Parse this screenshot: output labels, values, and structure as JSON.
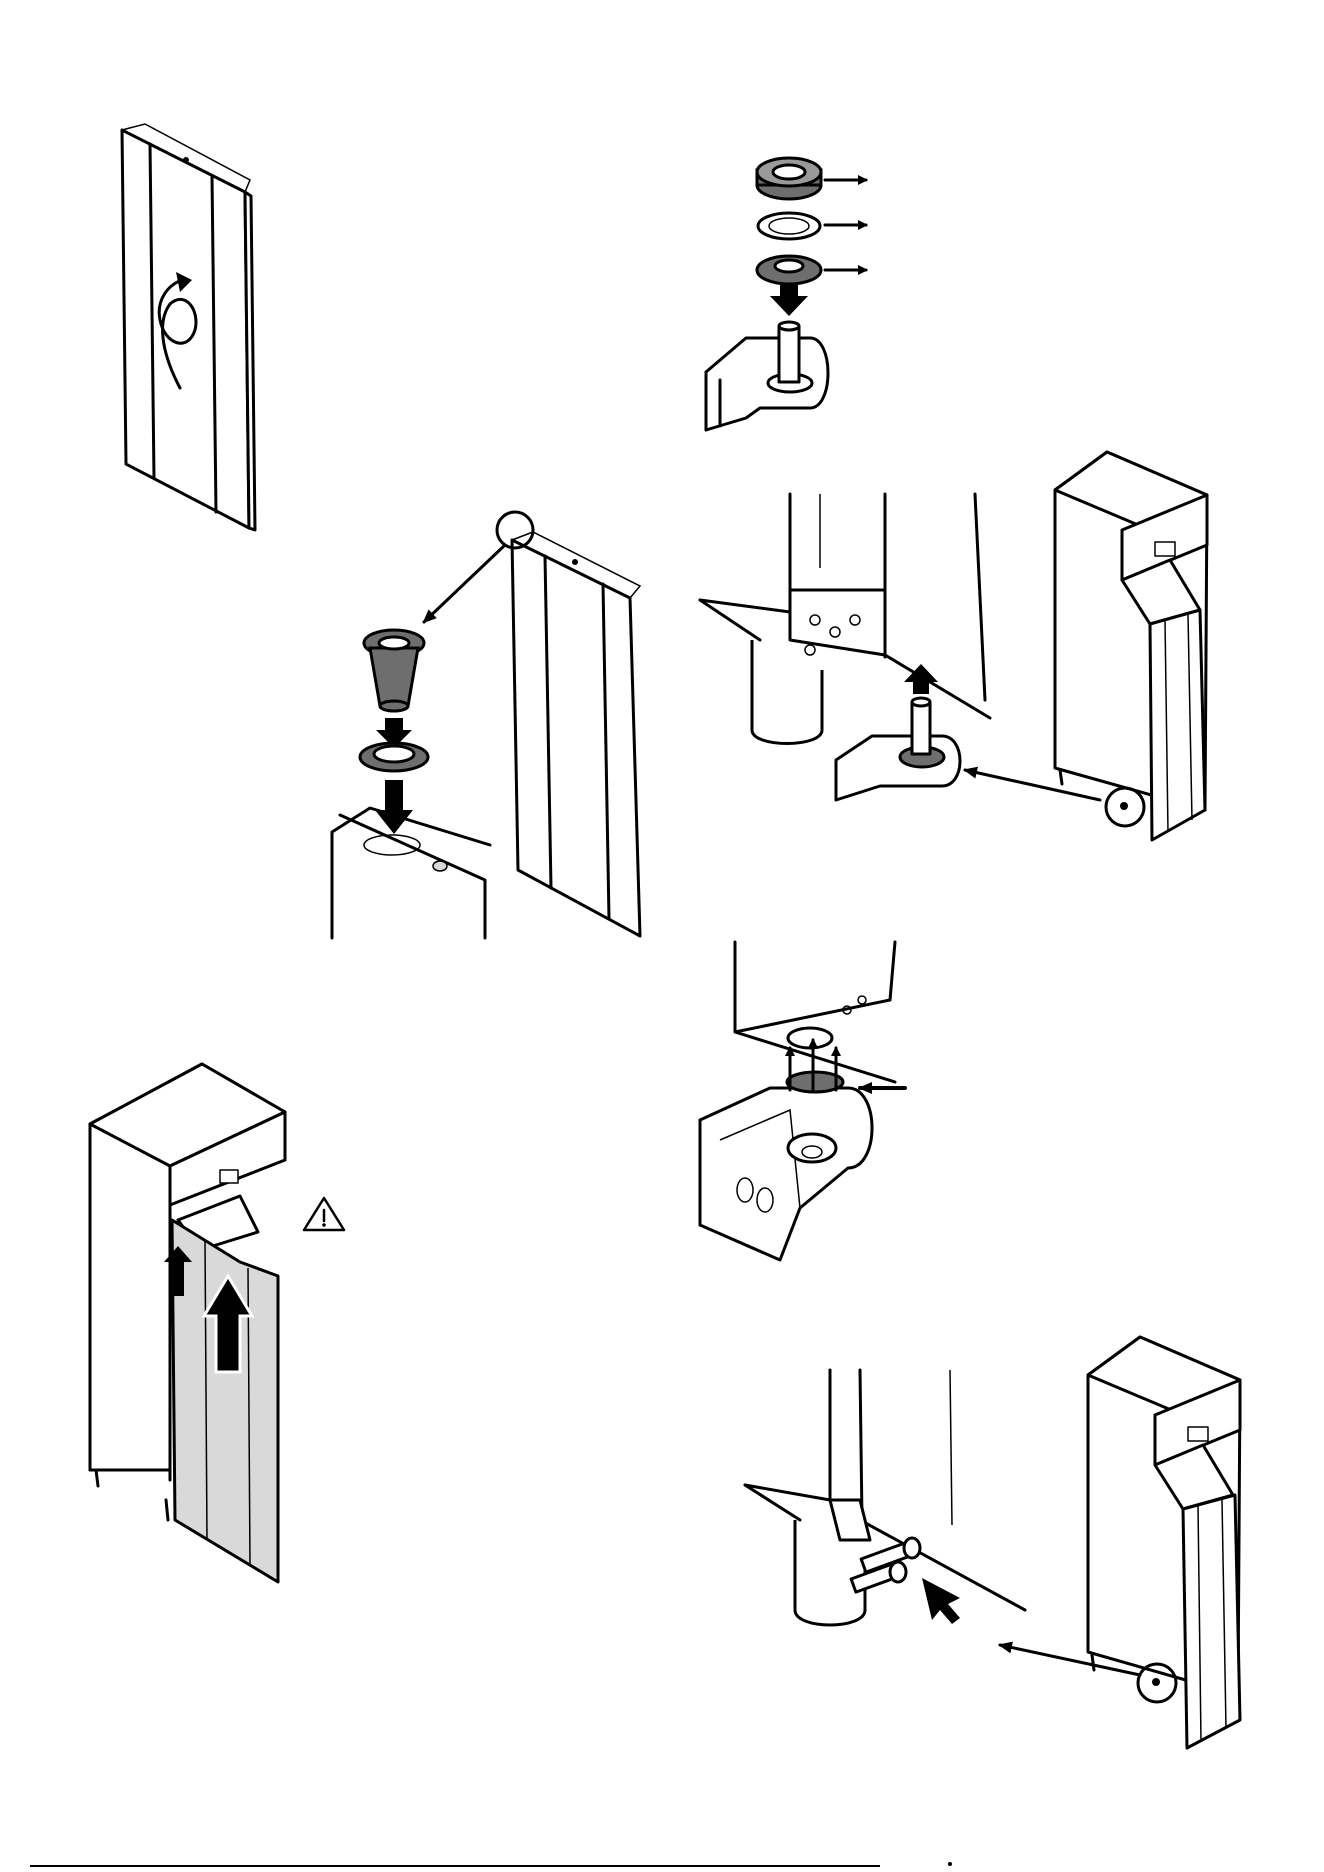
{
  "colors": {
    "line": "#000000",
    "panel": "#d9d9d9",
    "dark_part": "#6e6e6e",
    "background": "#ffffff"
  },
  "icons": {
    "warning": "warning-triangle-icon",
    "rotate": "rotate-arrow-icon",
    "magnifier": "detail-circle-icon"
  },
  "steps": [
    {
      "name": "flip-door"
    },
    {
      "name": "remove-hinge-parts"
    },
    {
      "name": "insert-top-bushing"
    },
    {
      "name": "fit-bottom-hinge"
    },
    {
      "name": "hang-door"
    },
    {
      "name": "mount-hinge-bracket"
    },
    {
      "name": "fasten-hinge-screws"
    }
  ]
}
